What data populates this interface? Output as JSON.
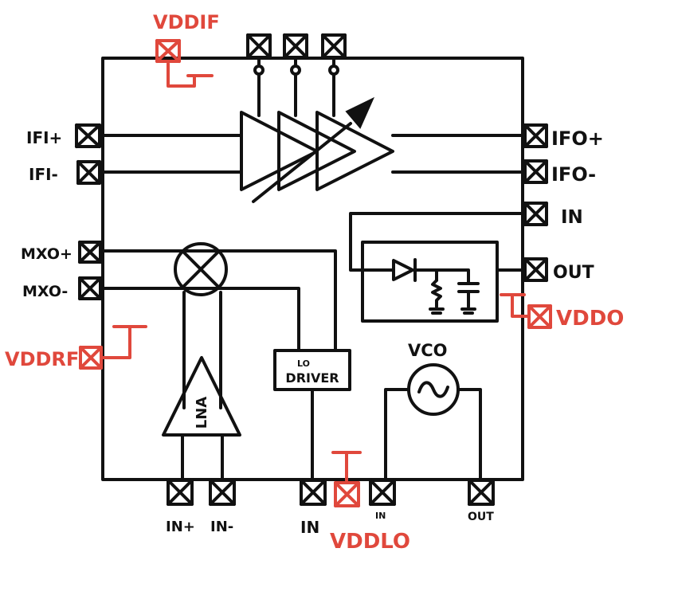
{
  "colors": {
    "ink": "#111111",
    "supply": "#e0483c",
    "background": "#ffffff"
  },
  "icons": {
    "pad": "crossed-square-pad-icon",
    "mixer": "mixer-circle-x-icon",
    "oscillator": "sine-wave-icon",
    "diode": "diode-icon",
    "resistor": "resistor-icon",
    "capacitor": "capacitor-icon",
    "ground": "ground-icon"
  },
  "labels": {
    "vddif": "VDDIF",
    "vddrf": "VDDRF",
    "vddlo": "VDDLO",
    "vddo": "VDDO",
    "ifi_plus": "IFI+",
    "ifi_minus": "IFI-",
    "ifo_plus": "IFO+",
    "ifo_minus": "IFO-",
    "mxo_plus": "MXO+",
    "mxo_minus": "MXO-",
    "det_in": "IN",
    "det_out": "OUT",
    "vco": "VCO",
    "lo_driver_line1": "LO",
    "lo_driver_line2": "DRIVER",
    "lna": "LNA",
    "in_plus": "IN+",
    "in_minus": "IN-",
    "lo_in": "IN",
    "vco_in": "IN",
    "vco_out": "OUT"
  }
}
